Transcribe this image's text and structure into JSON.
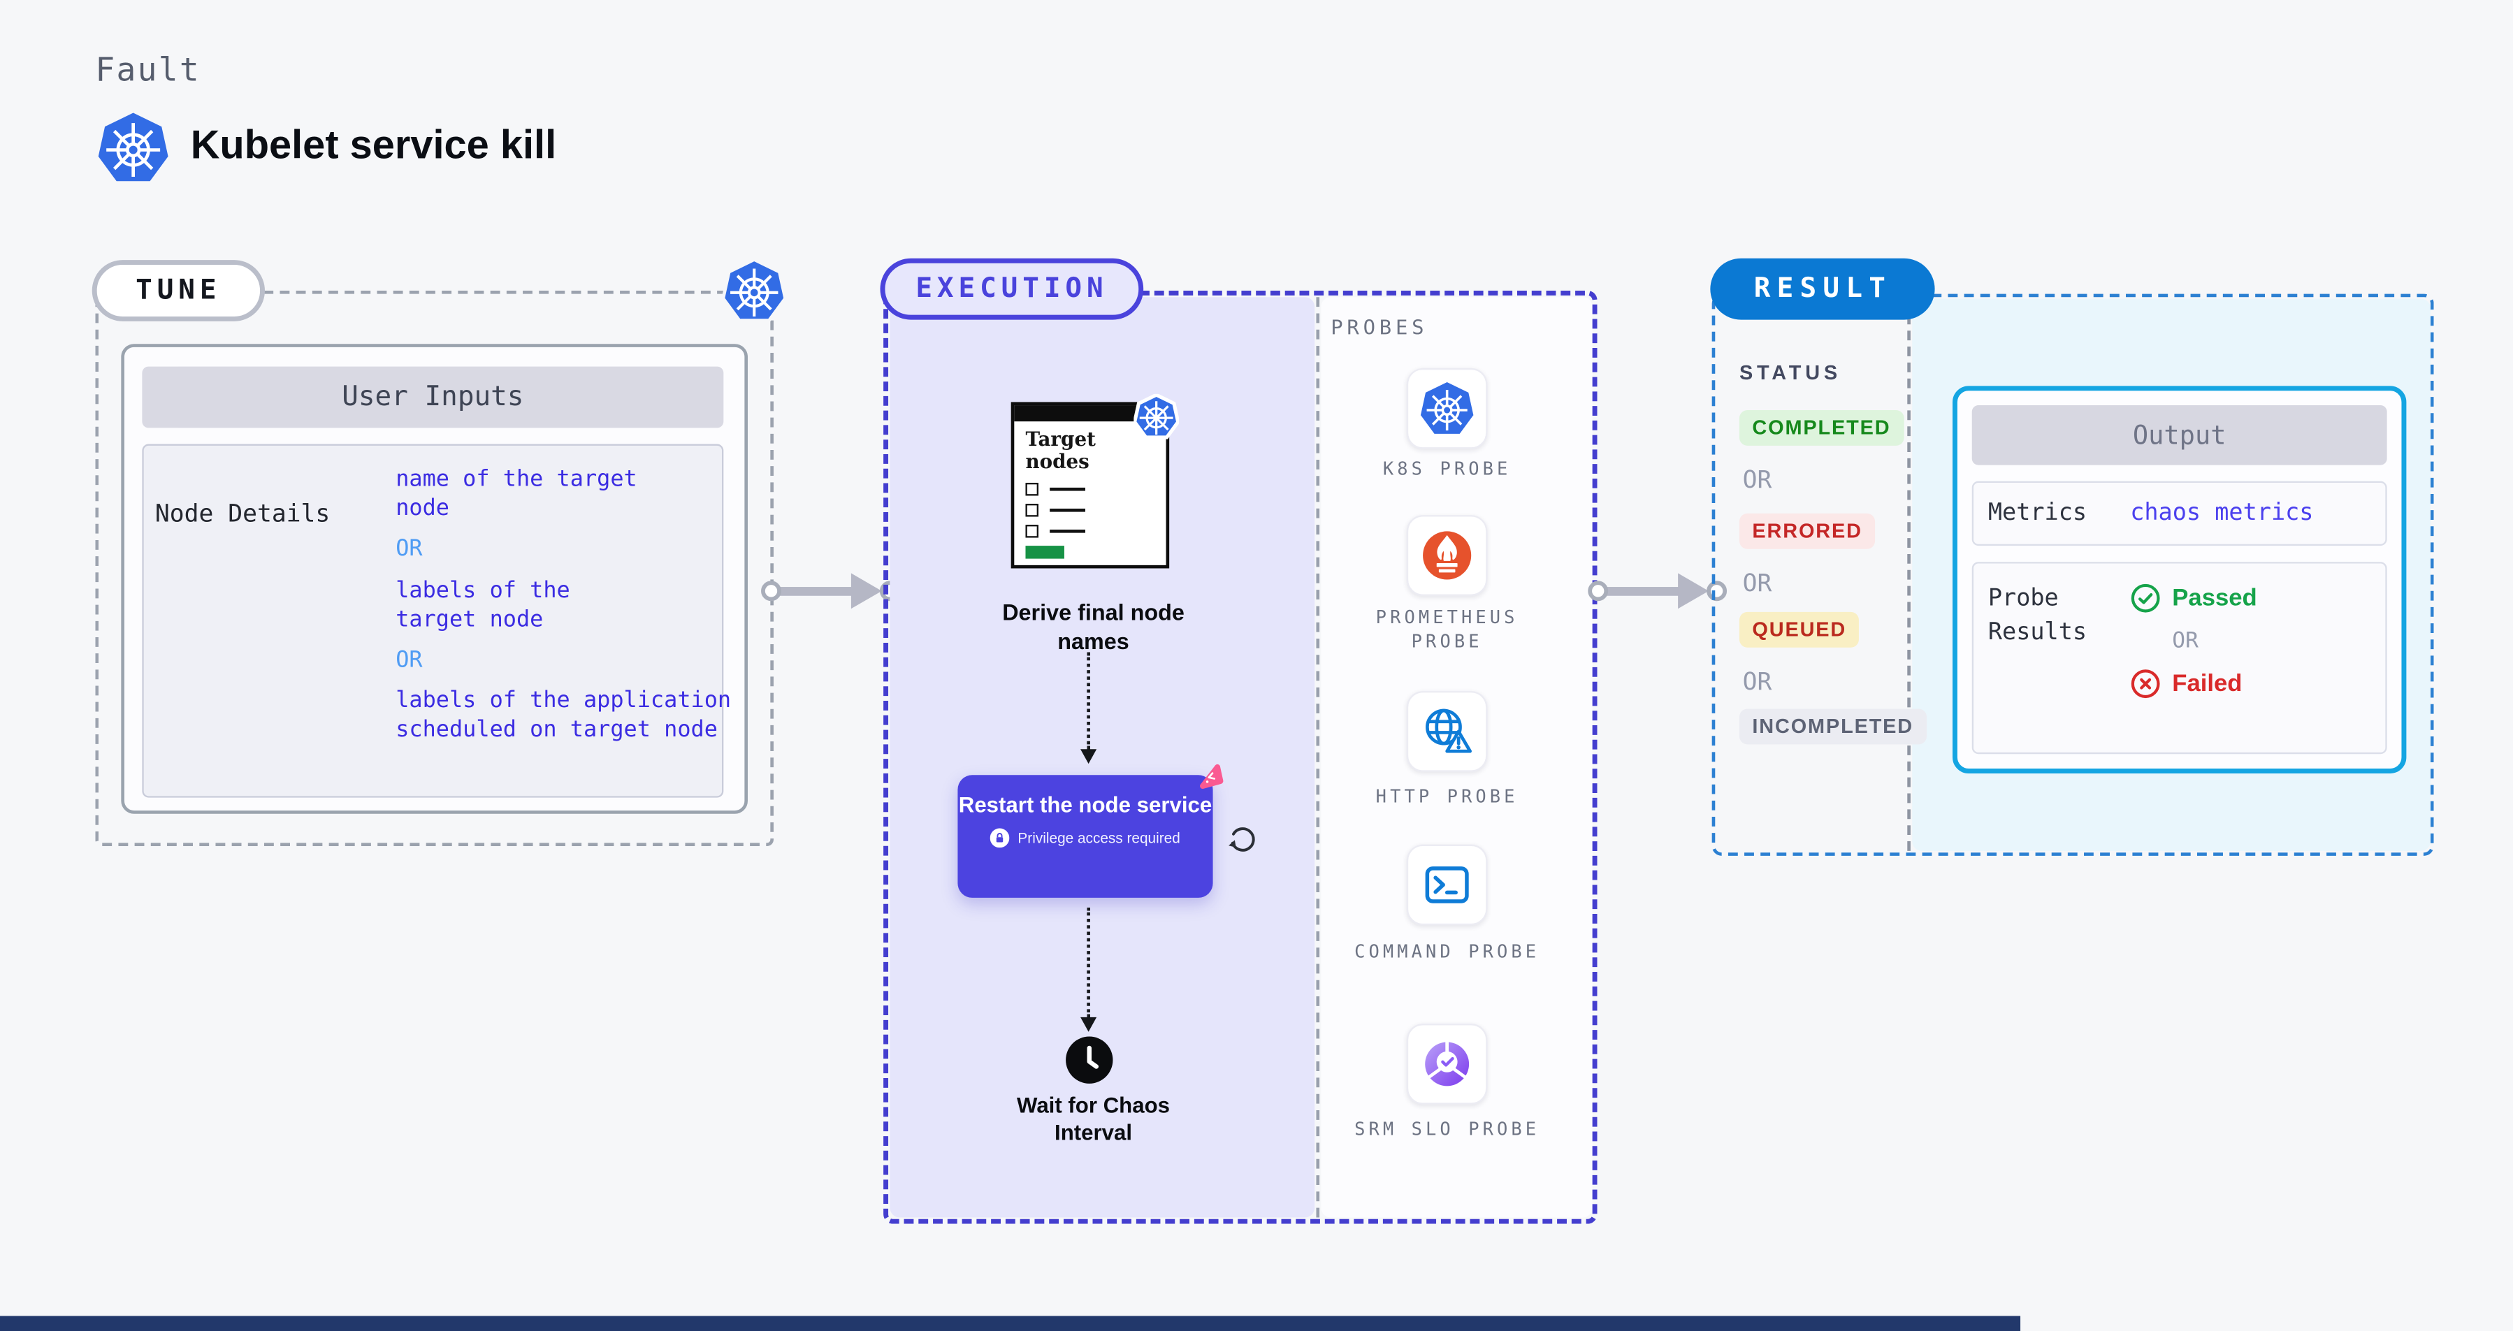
{
  "header": {
    "kicker": "Fault",
    "title": "Kubelet service kill"
  },
  "tune": {
    "label": "TUNE",
    "card_header": "User Inputs",
    "row_label": "Node Details",
    "lines": [
      "name of the target node",
      "OR",
      "labels of the target node",
      "OR",
      "labels of the application scheduled on target node"
    ]
  },
  "execution": {
    "label": "EXECUTION",
    "doc_title": "Target nodes",
    "step_derive": "Derive final node names",
    "step_restart": "Restart the node service",
    "restart_note": "Privilege access required",
    "step_wait": "Wait for Chaos Interval"
  },
  "probes": {
    "label": "PROBES",
    "items": [
      {
        "label": "K8S PROBE",
        "icon": "kubernetes-icon"
      },
      {
        "label": "PROMETHEUS PROBE",
        "icon": "prometheus-icon"
      },
      {
        "label": "HTTP PROBE",
        "icon": "globe-alert-icon"
      },
      {
        "label": "COMMAND PROBE",
        "icon": "terminal-icon"
      },
      {
        "label": "SRM SLO PROBE",
        "icon": "slo-donut-icon"
      }
    ]
  },
  "result": {
    "label": "RESULT",
    "status_heading": "STATUS",
    "or_label": "OR",
    "statuses": [
      "COMPLETED",
      "ERRORED",
      "QUEUED",
      "INCOMPLETED"
    ],
    "output": {
      "title": "Output",
      "metrics_label": "Metrics",
      "metrics_value": "chaos metrics",
      "probe_results_label": "Probe Results",
      "passed_label": "Passed",
      "or_label": "OR",
      "failed_label": "Failed"
    }
  },
  "colors": {
    "accent_indigo": "#4a43dc",
    "accent_blue": "#0b79d3",
    "accent_cyan": "#14a5e2",
    "value_blue": "#3b2ce2",
    "or_blue": "#4f9cf4",
    "passed_green": "#16a34a",
    "failed_red": "#d92a2a",
    "kubernetes_blue": "#326ce5",
    "prometheus_orange": "#e6522c"
  }
}
